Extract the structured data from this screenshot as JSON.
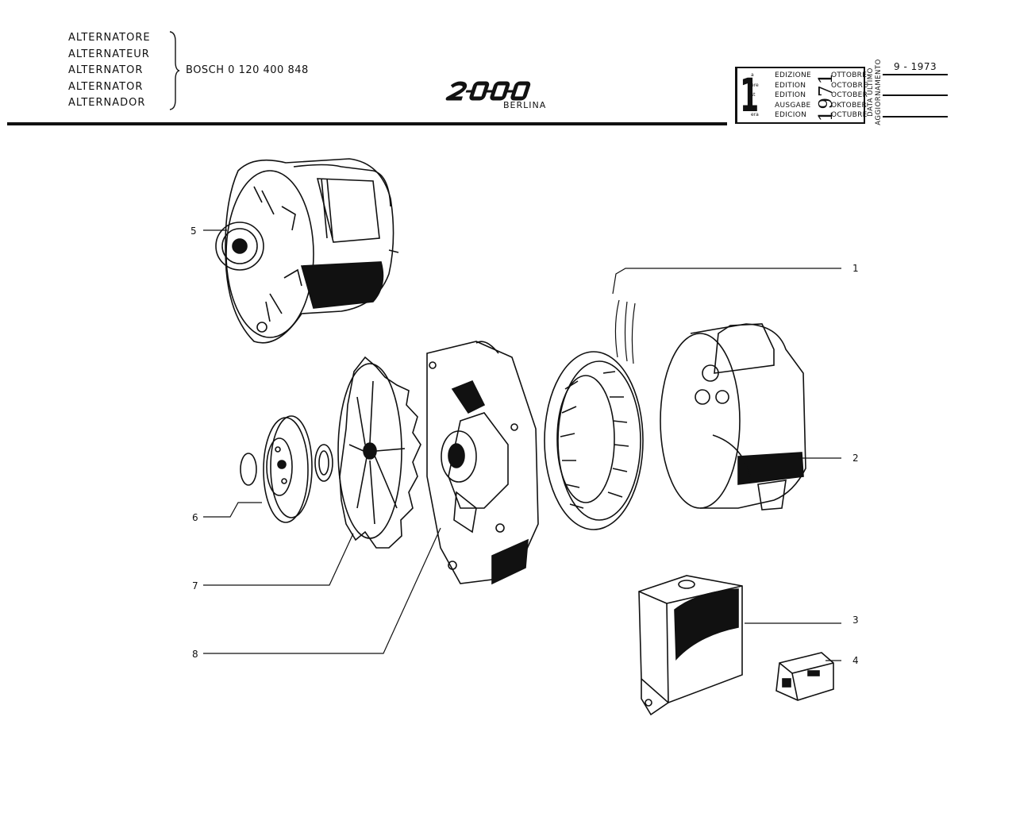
{
  "header": {
    "names": [
      "ALTERNATORE",
      "ALTERNATEUR",
      "ALTERNATOR",
      "ALTERNATOR",
      "ALTERNADOR"
    ],
    "part_number": "BOSCH 0 120 400 848",
    "model_logo": "2000",
    "model_variant": "BERLINA"
  },
  "edition": {
    "number": "1",
    "suffixes": [
      "a",
      "ere",
      "st",
      ".",
      "era"
    ],
    "words": [
      "EDIZIONE",
      "EDITION",
      "EDITION",
      "AUSGABE",
      "EDICION"
    ],
    "year": "1971",
    "months": [
      "OTTOBRE",
      "OCTOBRE",
      "OCTOBER",
      "OKTOBER",
      "OCTUBRE"
    ],
    "update_label_line1": "DATA ULTIMO",
    "update_label_line2": "AGGIORNAMENTO",
    "update_dates": [
      "9 - 1973",
      "",
      ""
    ]
  },
  "callouts": [
    "1",
    "2",
    "3",
    "4",
    "5",
    "6",
    "7",
    "8"
  ]
}
